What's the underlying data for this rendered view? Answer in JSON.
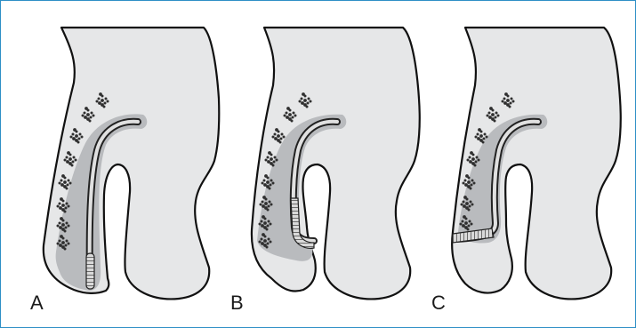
{
  "figure": {
    "panels": [
      {
        "label": "A"
      },
      {
        "label": "B"
      },
      {
        "label": "C"
      }
    ],
    "colors": {
      "frame": "#2e8fc6",
      "tissue_fill": "#e6e7e8",
      "channel_fill": "#b9bbbe",
      "outline": "#111111",
      "urethra": "#444444",
      "glands": "#333333"
    }
  }
}
